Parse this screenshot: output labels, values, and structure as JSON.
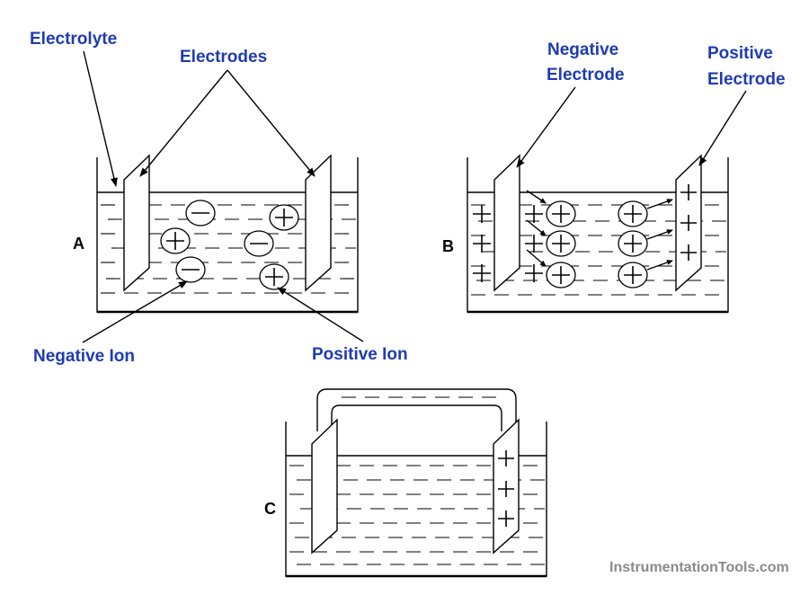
{
  "labels": {
    "electrolyte": "Electrolyte",
    "electrodes": "Electrodes",
    "negative_ion": "Negative Ion",
    "positive_ion": "Positive Ion",
    "negative_electrode_line1": "Negative",
    "negative_electrode_line2": "Electrode",
    "positive_electrode_line1": "Positive",
    "positive_electrode_line2": "Electrode"
  },
  "panels": {
    "a": "A",
    "b": "B",
    "c": "C"
  },
  "watermark": "InstrumentationTools.com",
  "colors": {
    "label": "#1f3bb3",
    "watermark": "#8a8a8a",
    "line": "#000000"
  }
}
